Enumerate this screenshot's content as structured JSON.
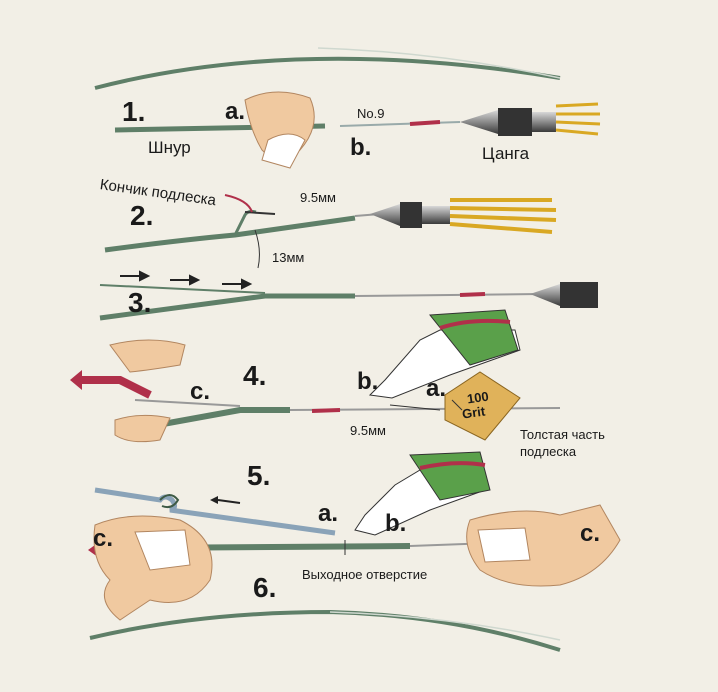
{
  "steps": [
    "1.",
    "2.",
    "3.",
    "4.",
    "5.",
    "6."
  ],
  "labels": {
    "s1_a": "a.",
    "s1_b": "b.",
    "shnur": "Шнур",
    "tsanga": "Цанга",
    "no9": "No.9",
    "tip": "Кончик подлеска",
    "d95_top": "9.5мм",
    "d13": "13мм",
    "s4_a": "a.",
    "s4_b": "b.",
    "s4_c": "c.",
    "grit_num": "100",
    "grit_word": "Grit",
    "d95_mid": "9.5мм",
    "thick_1": "Толстая часть",
    "thick_2": "подлеска",
    "s56_a": "a.",
    "s56_b": "b.",
    "c_left": "c.",
    "c_right": "c.",
    "exit_hole": "Выходное отверстие"
  },
  "colors": {
    "background": "#f2efe6",
    "line_green": "#7a9a80",
    "line_dark": "#3d5a45",
    "arrow_red": "#b0304a",
    "collet_metal": "#6f6f6f",
    "handle_yellow": "#d9a823",
    "skin": "#f0c9a0",
    "glue_green": "#5aa04a",
    "sandpaper": "#e0b25a"
  },
  "icons": [
    "needle-icon",
    "collet-icon",
    "hand-icon",
    "glue-tube-icon",
    "sandpaper-icon",
    "arrow-icon",
    "knot-icon"
  ]
}
